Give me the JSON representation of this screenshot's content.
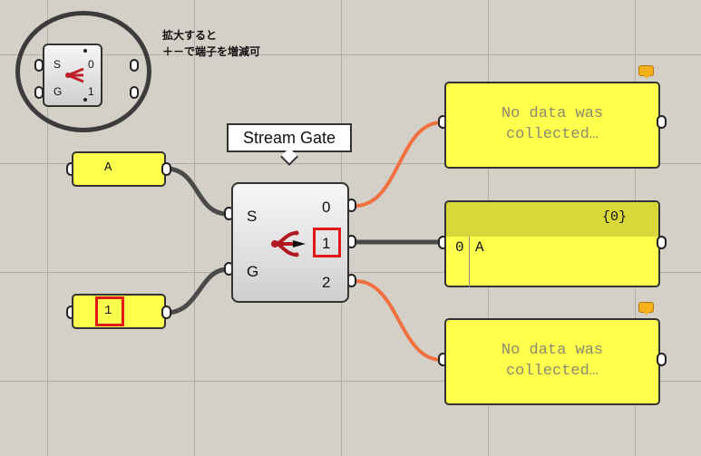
{
  "annotation": {
    "line1": "拡大すると",
    "line2": "＋－で端子を増減可"
  },
  "zoom_component": {
    "inputs": [
      "S",
      "G"
    ],
    "outputs": [
      "0",
      "1"
    ]
  },
  "stream_gate": {
    "tooltip": "Stream Gate",
    "inputs": [
      "S",
      "G"
    ],
    "outputs": [
      "0",
      "1",
      "2"
    ]
  },
  "input_panels": [
    {
      "value": "A"
    },
    {
      "value": "1"
    }
  ],
  "output_panels": [
    {
      "line1": "No data was",
      "line2": "collected…",
      "warning": true
    },
    {
      "path": "{0}",
      "index": "0",
      "value": "A",
      "warning": false
    },
    {
      "line1": "No data was",
      "line2": "collected…",
      "warning": true
    }
  ],
  "colors": {
    "panel": "#ffff4e",
    "wire_active": "#4a4a4a",
    "wire_empty": "#f07040",
    "highlight": "#e01818",
    "warning": "#f5b01a"
  }
}
